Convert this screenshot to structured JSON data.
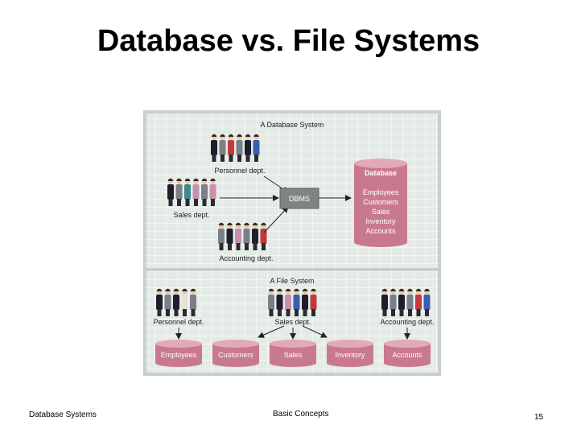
{
  "slide": {
    "title": "Database vs. File Systems",
    "footer_left": "Database Systems",
    "footer_center": "Basic Concepts",
    "page_number": "15"
  },
  "diagram": {
    "db_system": {
      "panel_title": "A Database System",
      "personnel_label": "Personnel dept.",
      "sales_label": "Sales dept.",
      "accounting_label": "Accounting dept.",
      "dbms_label": "DBMS",
      "database_label": "Database",
      "database_contents": [
        "Employees",
        "Customers",
        "Sales",
        "Inventory",
        "Accounts"
      ]
    },
    "file_system": {
      "panel_title": "A File System",
      "personnel_label": "Personnel dept.",
      "sales_label": "Sales dept.",
      "accounting_label": "Accounting dept.",
      "files": [
        "Employees",
        "Customers",
        "Sales",
        "Inventory",
        "Accounts"
      ]
    }
  },
  "colors": {
    "panel_bg": "#e4ebe6",
    "grid_line": "#ffffff",
    "dbms_box": "#7f8583",
    "cylinder": "#c9798f",
    "cylinder_top": "#e3a9b8",
    "person_palette": [
      "#1e1e2e",
      "#7b7f86",
      "#c23b3b",
      "#3a5db0",
      "#c98fb0",
      "#3a8a8a",
      "#e8e2d0"
    ]
  }
}
